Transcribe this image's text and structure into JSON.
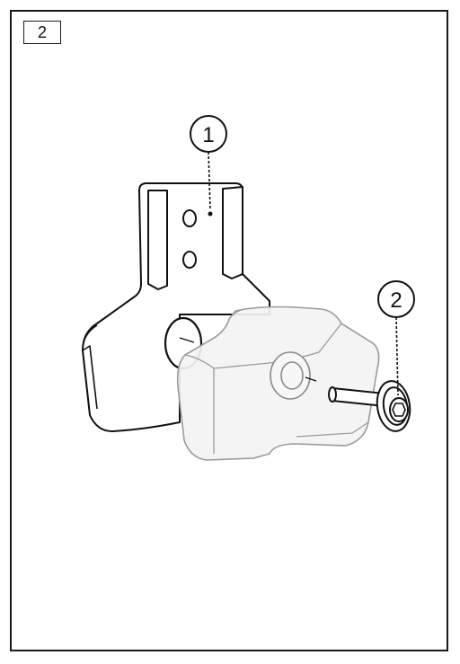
{
  "step_number": "2",
  "callouts": [
    {
      "id": "callout-1",
      "label": "1"
    },
    {
      "id": "callout-2",
      "label": "2"
    }
  ]
}
